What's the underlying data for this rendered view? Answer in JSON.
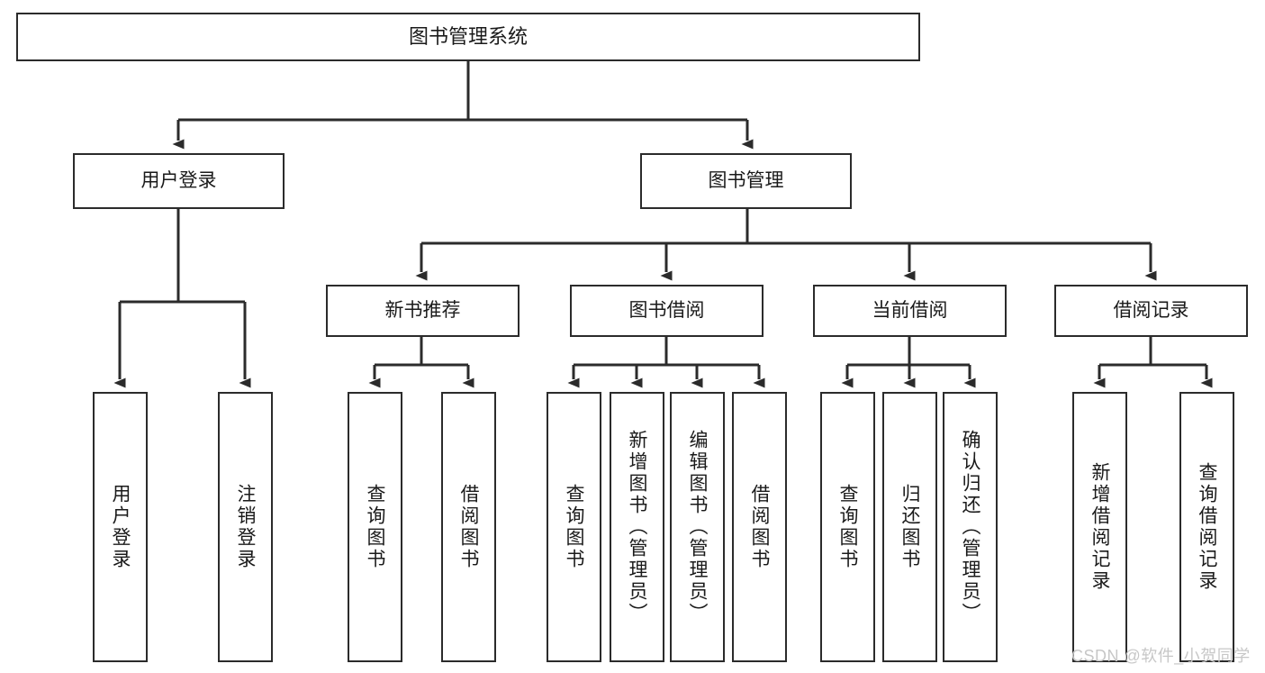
{
  "diagram": {
    "title": "图书管理系统",
    "type": "hierarchy-tree",
    "orientation": "top-down",
    "colors": {
      "box_border": "#2b2b2b",
      "box_fill": "#ffffff",
      "connector": "#2b2b2b",
      "text": "#1a1a1a",
      "watermark": "#c7c7c7",
      "background": "#ffffff"
    },
    "root": {
      "label": "图书管理系统"
    },
    "level2": [
      {
        "label": "用户登录"
      },
      {
        "label": "图书管理"
      }
    ],
    "level3": [
      {
        "label": "新书推荐"
      },
      {
        "label": "图书借阅"
      },
      {
        "label": "当前借阅"
      },
      {
        "label": "借阅记录"
      }
    ],
    "leaves": {
      "user_login": [
        {
          "label": "用户登录"
        },
        {
          "label": "注销登录"
        }
      ],
      "new_book_recommend": [
        {
          "label": "查询图书"
        },
        {
          "label": "借阅图书"
        }
      ],
      "book_borrow": [
        {
          "label": "查询图书"
        },
        {
          "label": "新增图书（管理员）"
        },
        {
          "label": "编辑图书（管理员）"
        },
        {
          "label": "借阅图书"
        }
      ],
      "current_borrow": [
        {
          "label": "查询图书"
        },
        {
          "label": "归还图书"
        },
        {
          "label": "确认归还（管理员）"
        }
      ],
      "borrow_records": [
        {
          "label": "新增借阅记录"
        },
        {
          "label": "查询借阅记录"
        }
      ]
    }
  },
  "watermark": {
    "text": "CSDN @软件_小贺同学"
  }
}
